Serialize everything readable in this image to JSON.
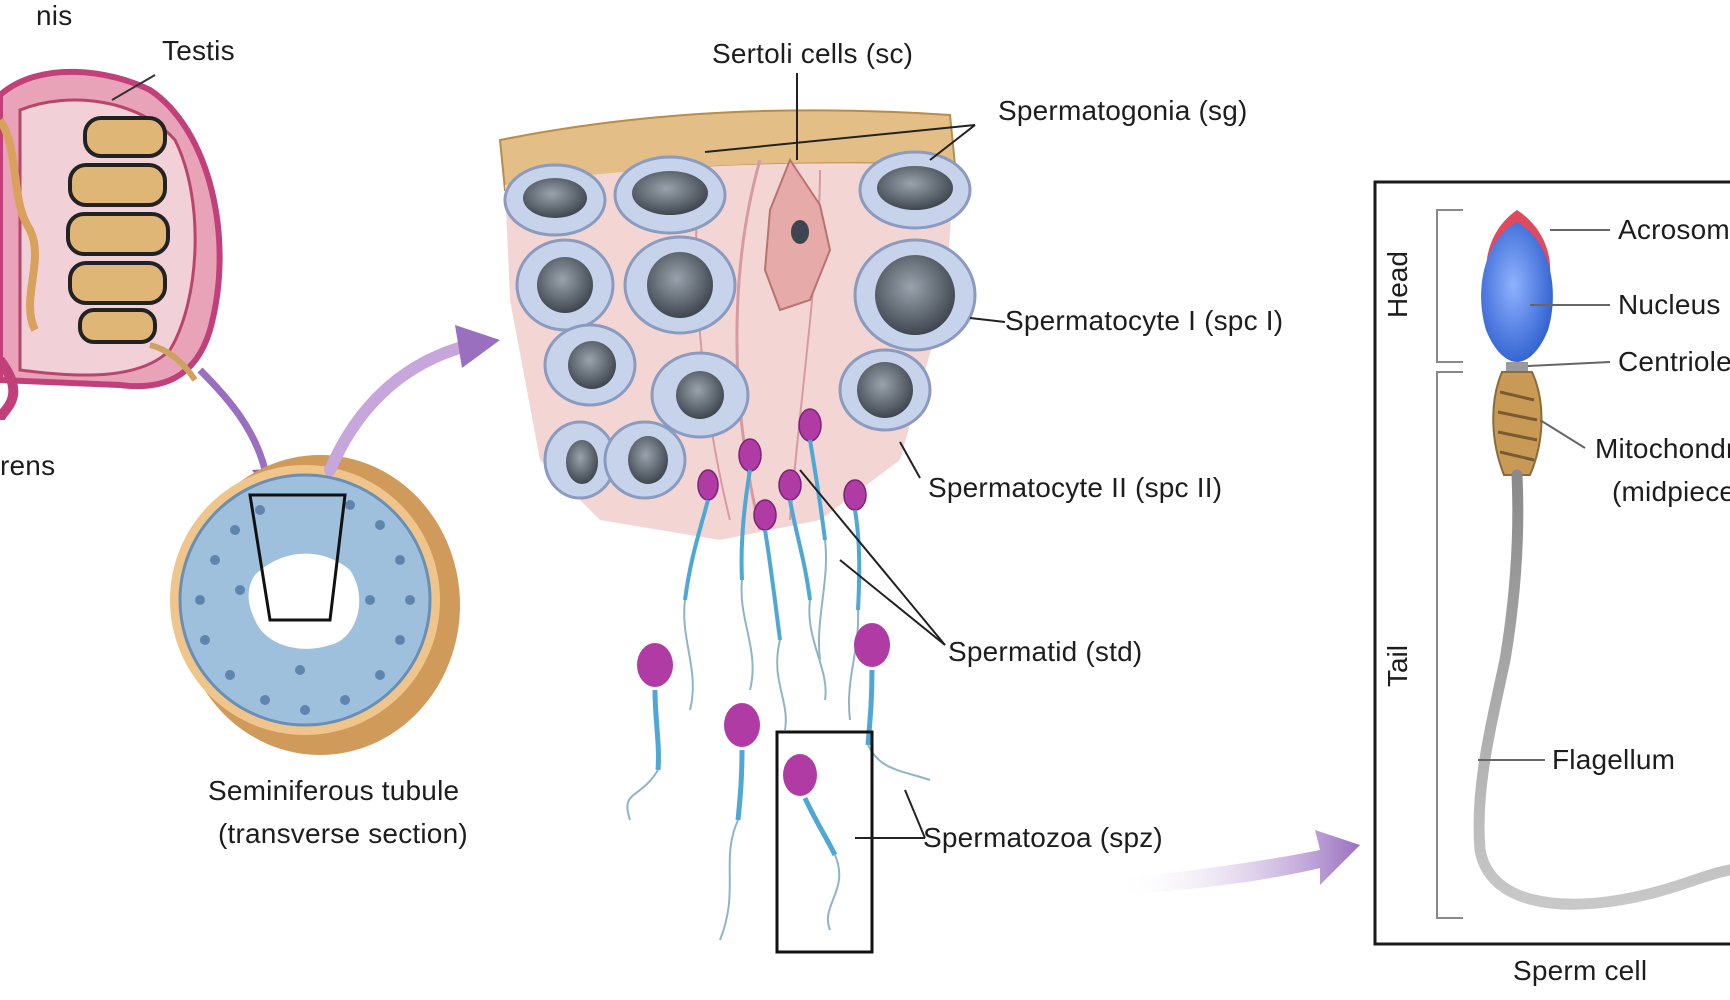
{
  "labels": {
    "epididymis_fragment": "nis",
    "testis": "Testis",
    "vas_deferens_fragment": "rens",
    "seminiferous_line1": "Seminiferous  tubule",
    "seminiferous_line2": "(transverse section)",
    "sertoli": "Sertoli cells (sc)",
    "spermatogonia": "Spermatogonia (sg)",
    "spermatocyte1": "Spermatocyte I (spc I)",
    "spermatocyte2": "Spermatocyte II (spc II)",
    "spermatid": "Spermatid (std)",
    "spermatozoa": "Spermatozoa (spz)"
  },
  "sperm_cell": {
    "title": "Sperm cell",
    "head": "Head",
    "tail": "Tail",
    "acrosome": "Acrosome",
    "nucleus": "Nucleus",
    "centriole": "Centriole",
    "mito_line1": "Mitochondria",
    "mito_line2": "(midpiece)",
    "flagellum": "Flagellum"
  },
  "colors": {
    "testis_outline": "#c2407a",
    "tubule_tan": "#d9a96a",
    "cell_blue": "#b8c6e0",
    "nucleus_dark": "#4f5763",
    "spermatid_magenta": "#b03ba5",
    "acrosome_red": "#e04a5c",
    "nucleus_blue": "#4b7de0",
    "arrow_purple": "#9a6fc0"
  }
}
